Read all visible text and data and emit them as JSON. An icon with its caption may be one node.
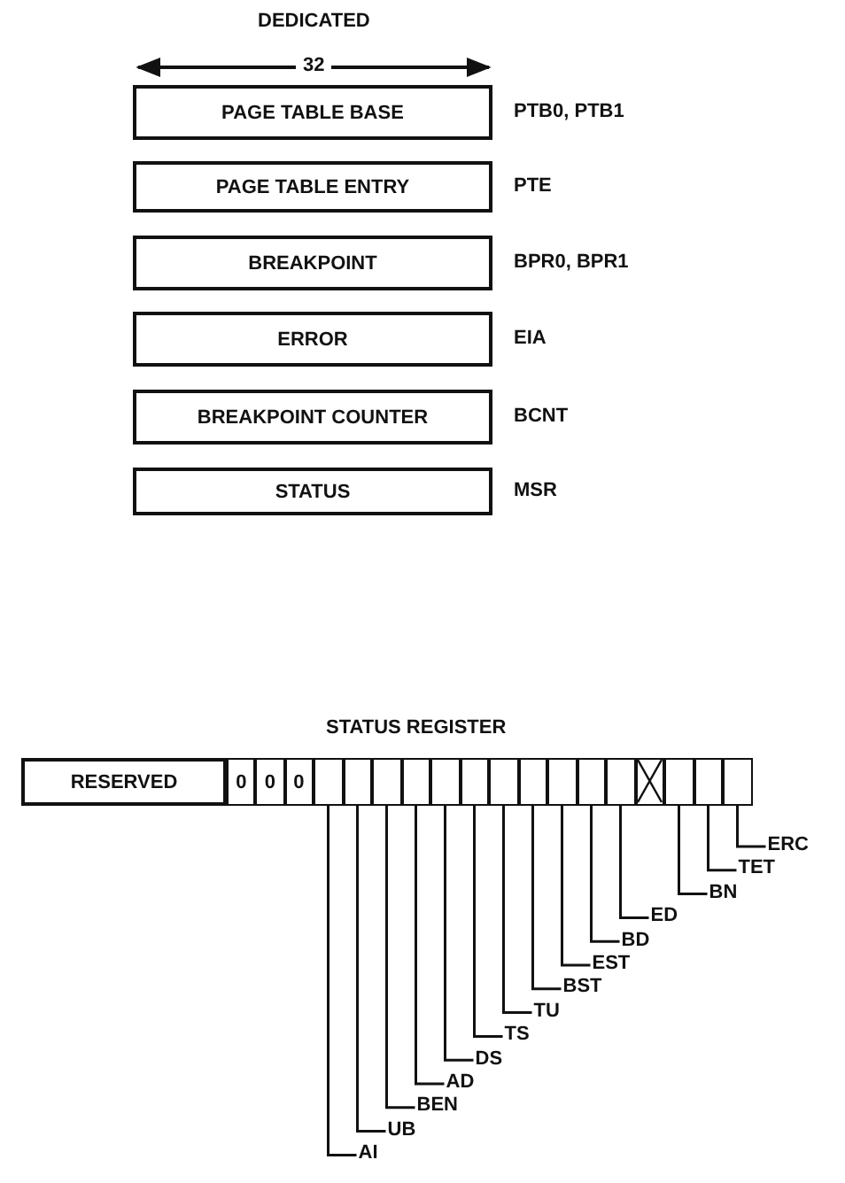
{
  "diagram": {
    "nodes": [
      {
        "text": [
          "PAGE TABLE BASE"
        ],
        "beside": [
          "PTB0, PTB1"
        ]
      },
      {
        "text": [
          "PAGE TABLE ENTRY"
        ],
        "beside": [
          "PTE"
        ]
      },
      {
        "text": [
          "BREAKPOINT"
        ],
        "beside": [
          "BPR0, BPR1"
        ]
      },
      {
        "text": [
          "ERROR"
        ],
        "beside": [
          "EIA"
        ]
      },
      {
        "text": [
          "BREAKPOINT COUNTER"
        ],
        "beside": [
          "BCNT"
        ]
      },
      {
        "text": [
          "STATUS"
        ],
        "beside": [
          "MSR"
        ]
      },
      {
        "text": [
          "RESERVED"
        ]
      },
      {
        "text": [
          "0"
        ]
      },
      {
        "text": [
          "0"
        ]
      },
      {
        "text": [
          "0"
        ]
      },
      {
        "text": [],
        "shape": "box"
      },
      {
        "text": [],
        "shape": "box"
      },
      {
        "text": [],
        "shape": "box"
      },
      {
        "text": [],
        "shape": "box"
      },
      {
        "text": [],
        "shape": "box"
      },
      {
        "text": [],
        "shape": "box"
      },
      {
        "text": [],
        "shape": "box"
      },
      {
        "text": [],
        "shape": "box"
      },
      {
        "text": [],
        "shape": "box"
      },
      {
        "text": [],
        "shape": "box"
      },
      {
        "text": [],
        "shape": "box"
      },
      {
        "text": [],
        "shape": "box"
      },
      {
        "text": [],
        "shape": "box"
      },
      {
        "text": [],
        "shape": "box"
      },
      {
        "text": [],
        "shape": "box"
      },
      {
        "text": [
          "ERC"
        ]
      },
      {
        "text": [
          "TET"
        ]
      },
      {
        "text": [
          "BN"
        ]
      },
      {
        "text": [
          "ED"
        ]
      },
      {
        "text": [
          "BD"
        ]
      },
      {
        "text": [
          "EST"
        ]
      },
      {
        "text": [
          "BST"
        ]
      },
      {
        "text": [
          "TU"
        ]
      },
      {
        "text": [
          "TS"
        ]
      },
      {
        "text": [
          "DS"
        ]
      },
      {
        "text": [
          "AD"
        ]
      },
      {
        "text": [
          "BEN"
        ]
      },
      {
        "text": [
          "UB"
        ]
      },
      {
        "text": [
          "AI"
        ]
      }
    ],
    "edges": [
      {
        "from": 25,
        "to": 24,
        "arrow": "none"
      },
      {
        "from": 26,
        "to": 23,
        "arrow": "none"
      },
      {
        "from": 27,
        "to": 22,
        "arrow": "none"
      },
      {
        "from": 28,
        "to": 20,
        "arrow": "none"
      },
      {
        "from": 29,
        "to": 19,
        "arrow": "none"
      },
      {
        "from": 30,
        "to": 18,
        "arrow": "none"
      },
      {
        "from": 31,
        "to": 17,
        "arrow": "none"
      },
      {
        "from": 32,
        "to": 16,
        "arrow": "none"
      },
      {
        "from": 33,
        "to": 15,
        "arrow": "none"
      },
      {
        "from": 34,
        "to": 14,
        "arrow": "none"
      },
      {
        "from": 35,
        "to": 13,
        "arrow": "none"
      },
      {
        "from": 36,
        "to": 12,
        "arrow": "none"
      },
      {
        "from": 37,
        "to": 11,
        "arrow": "none"
      },
      {
        "from": 38,
        "to": 10,
        "arrow": "none"
      }
    ],
    "labels": [
      "DEDICATED",
      "32",
      "STATUS REGISTER"
    ]
  }
}
